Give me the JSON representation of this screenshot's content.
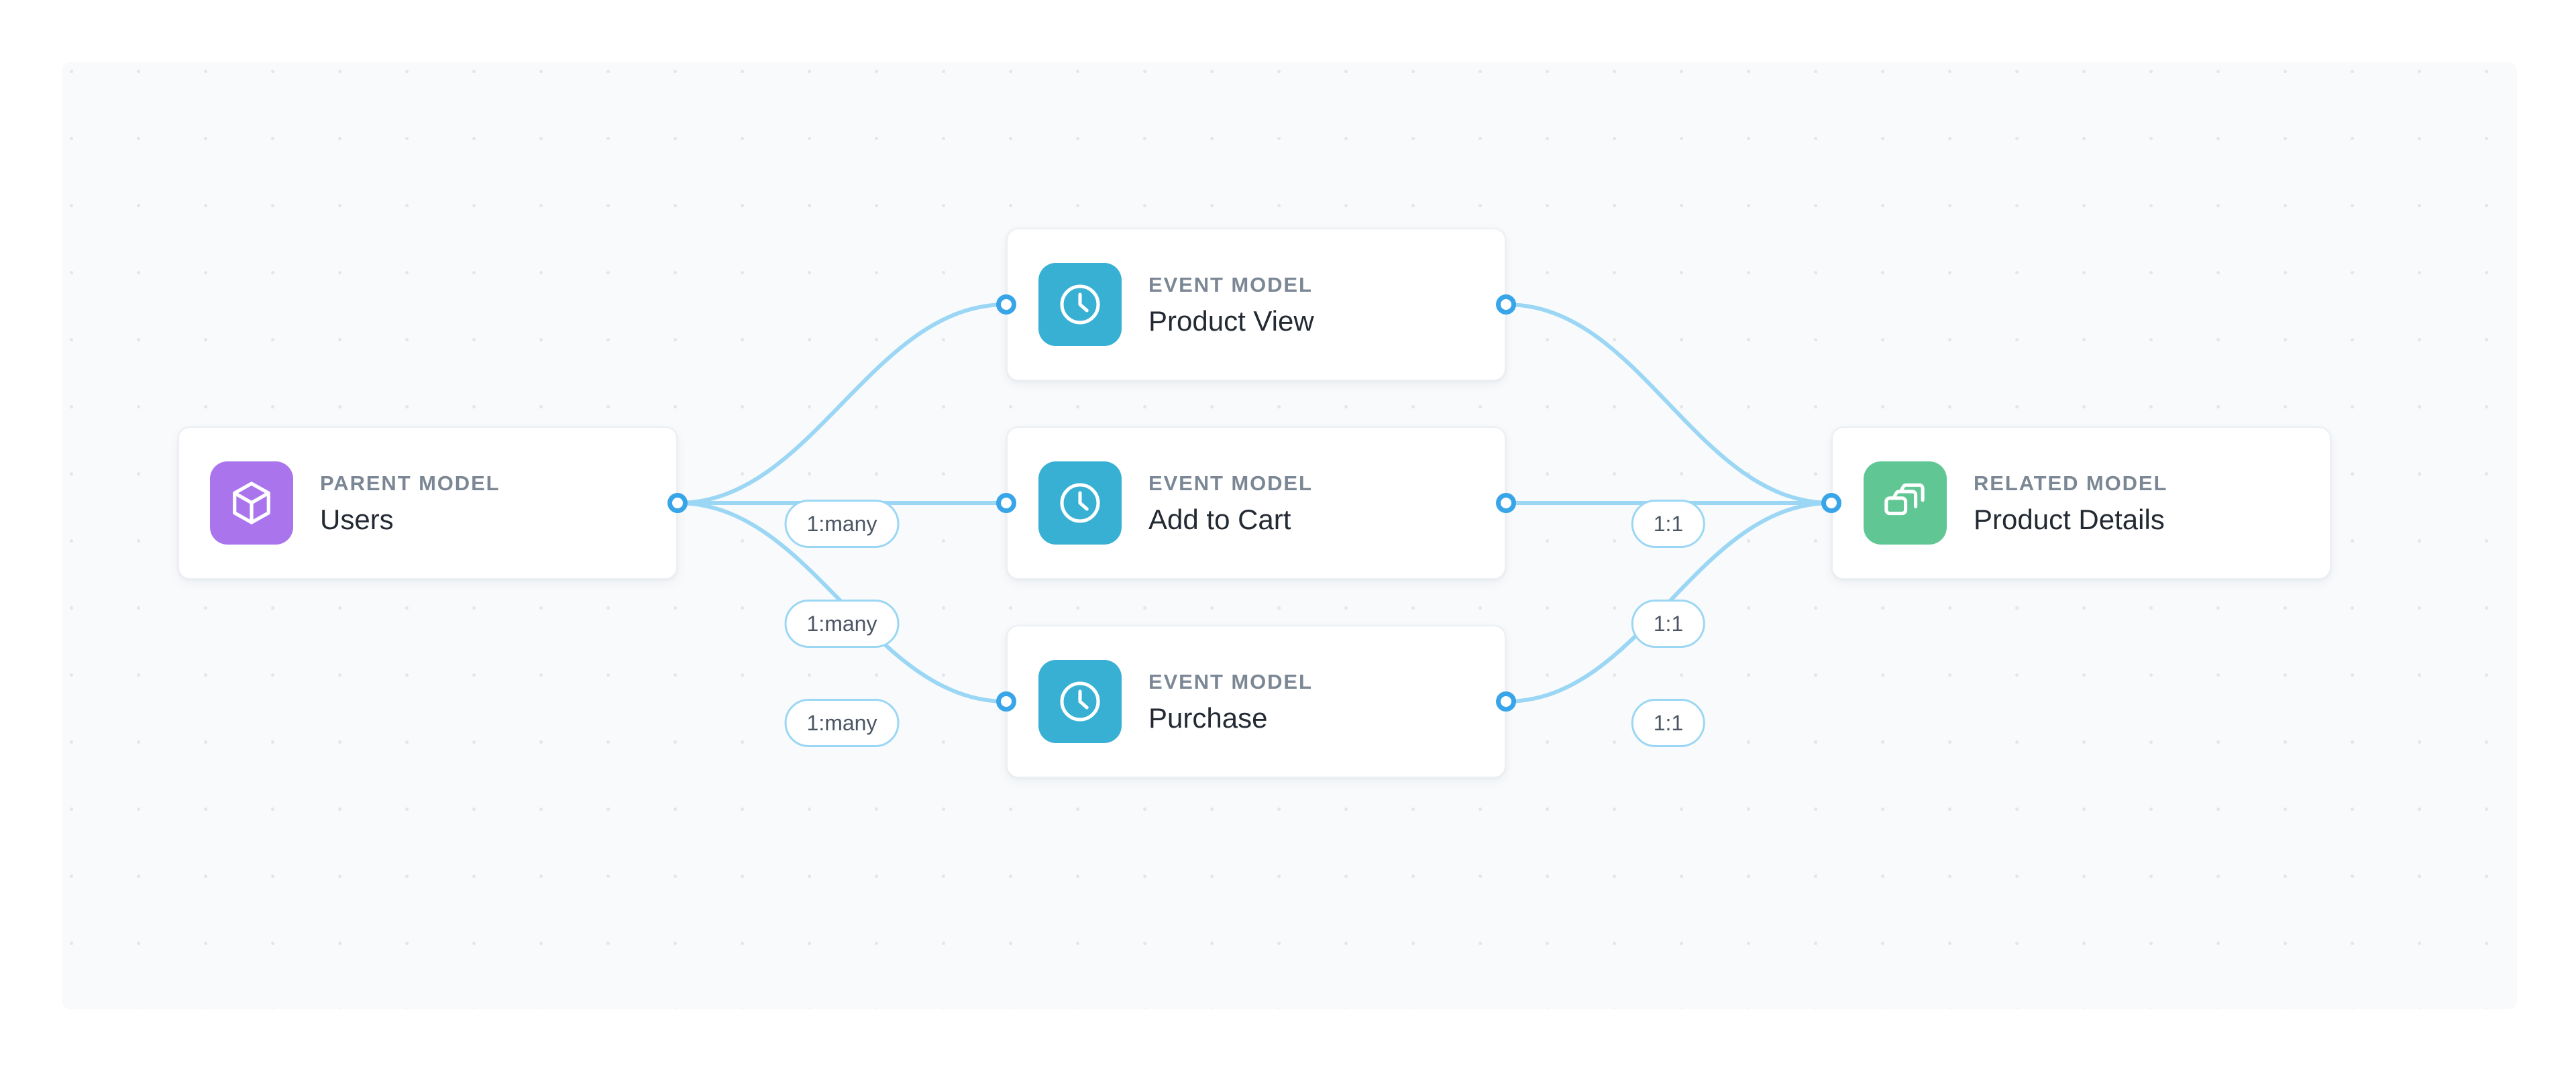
{
  "canvas": {
    "background_color": "#f8fafc",
    "grid": "dot-grid"
  },
  "theme": {
    "edge_color": "#9bd7f4",
    "port_color": "#39a5e9",
    "parent_icon_color": "#a974ec",
    "event_icon_color": "#38b0d3",
    "related_icon_color": "#5fc694",
    "kind_label_color": "#7b8794",
    "title_color": "#232a33",
    "pill_text_color": "#4b5563"
  },
  "nodes": [
    {
      "id": "users",
      "kind": "PARENT MODEL",
      "title": "Users",
      "icon": "cube-icon"
    },
    {
      "id": "product-view",
      "kind": "EVENT MODEL",
      "title": "Product View",
      "icon": "clock-icon"
    },
    {
      "id": "add-to-cart",
      "kind": "EVENT MODEL",
      "title": "Add to Cart",
      "icon": "clock-icon"
    },
    {
      "id": "purchase",
      "kind": "EVENT MODEL",
      "title": "Purchase",
      "icon": "clock-icon"
    },
    {
      "id": "product-details",
      "kind": "RELATED MODEL",
      "title": "Product Details",
      "icon": "layers-icon"
    }
  ],
  "edges": [
    {
      "from": "users",
      "to": "product-view",
      "label": "1:many"
    },
    {
      "from": "users",
      "to": "add-to-cart",
      "label": "1:many"
    },
    {
      "from": "users",
      "to": "purchase",
      "label": "1:many"
    },
    {
      "from": "product-view",
      "to": "product-details",
      "label": "1:1"
    },
    {
      "from": "add-to-cart",
      "to": "product-details",
      "label": "1:1"
    },
    {
      "from": "purchase",
      "to": "product-details",
      "label": "1:1"
    }
  ]
}
